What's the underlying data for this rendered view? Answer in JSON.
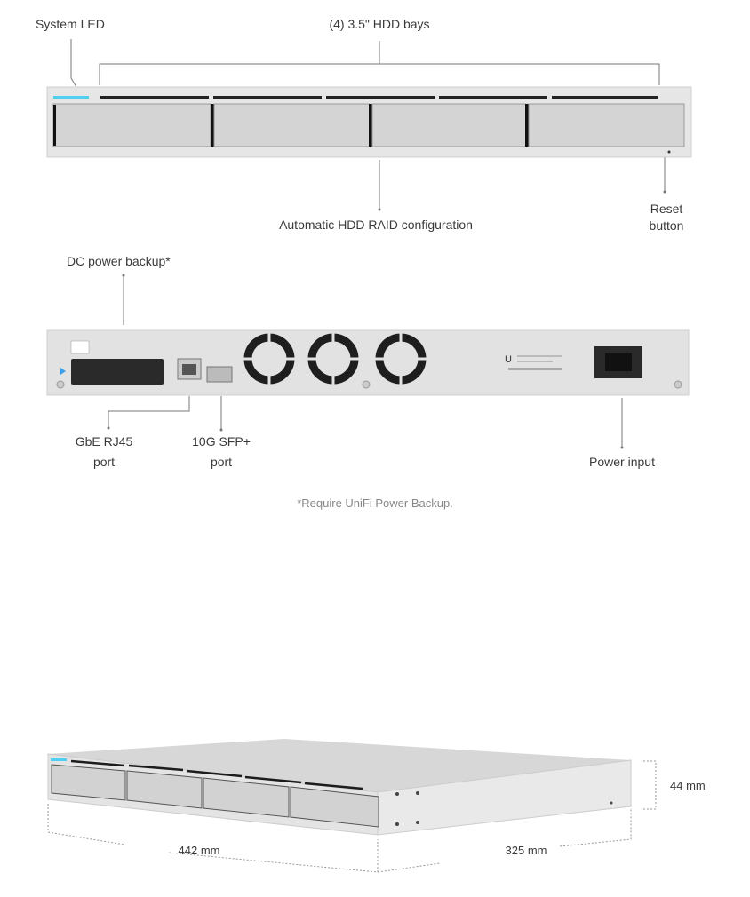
{
  "front_view": {
    "callouts": {
      "system_led": "System LED",
      "hdd_bays": "(4) 3.5\" HDD bays",
      "raid": "Automatic HDD RAID configuration",
      "reset_line1": "Reset",
      "reset_line2": "button"
    },
    "led_color": "#4fd0f0",
    "bay_count": 4
  },
  "rear_view": {
    "callouts": {
      "dc_power": "DC power backup*",
      "rj45_line1": "GbE RJ45",
      "rj45_line2": "port",
      "sfp_line1": "10G SFP+",
      "sfp_line2": "port",
      "power_input": "Power input"
    },
    "fan_count": 3,
    "footnote": "*Require UniFi Power Backup."
  },
  "dimensions": {
    "width": "442 mm",
    "depth": "325 mm",
    "height": "44 mm"
  }
}
